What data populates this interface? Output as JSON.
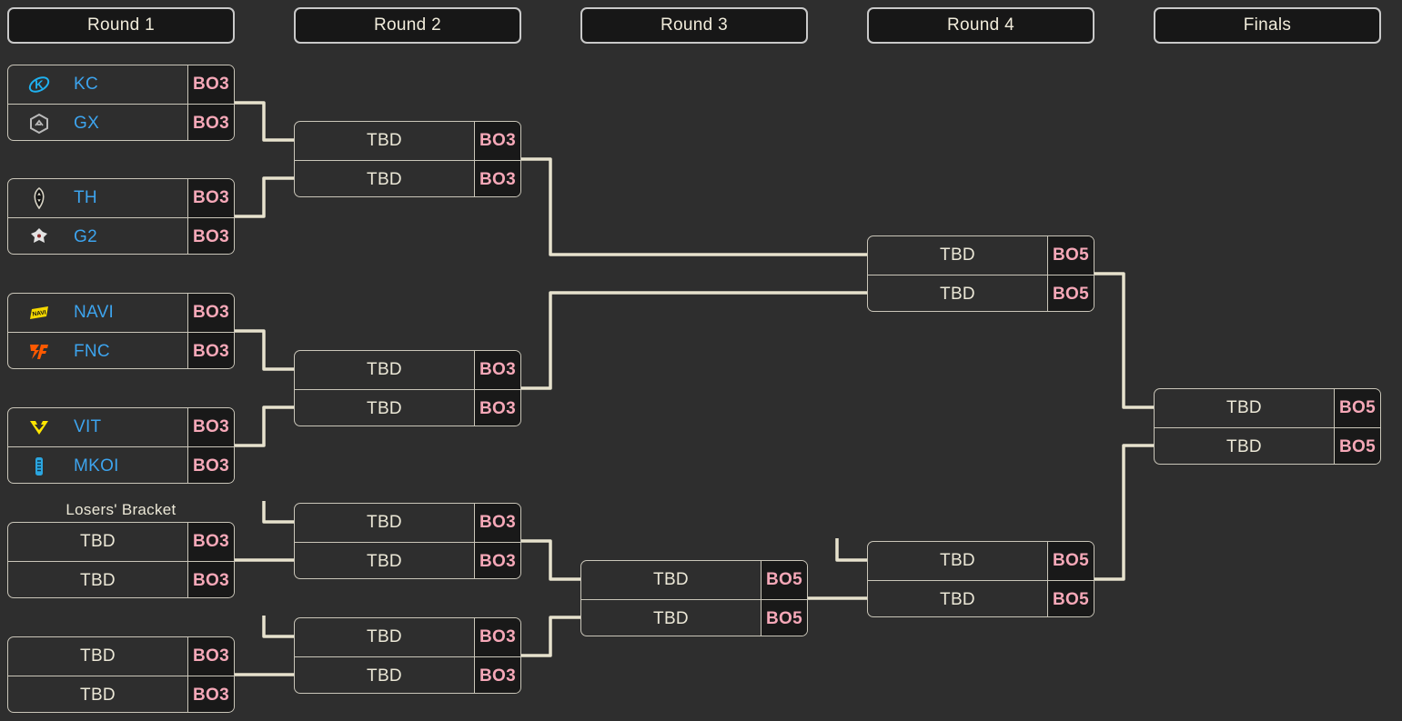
{
  "columns": [
    {
      "label": "Round 1"
    },
    {
      "label": "Round 2"
    },
    {
      "label": "Round 3"
    },
    {
      "label": "Round 4"
    },
    {
      "label": "Finals"
    }
  ],
  "losers_bracket_label": "Losers' Bracket",
  "matches": [
    {
      "round": "Round 1",
      "slots": [
        {
          "team": "KC",
          "icon": "kc-logo-icon",
          "format": "BO3"
        },
        {
          "team": "GX",
          "icon": "gx-logo-icon",
          "format": "BO3"
        }
      ]
    },
    {
      "round": "Round 1",
      "slots": [
        {
          "team": "TH",
          "icon": "th-logo-icon",
          "format": "BO3"
        },
        {
          "team": "G2",
          "icon": "g2-logo-icon",
          "format": "BO3"
        }
      ]
    },
    {
      "round": "Round 1",
      "slots": [
        {
          "team": "NAVI",
          "icon": "navi-logo-icon",
          "format": "BO3"
        },
        {
          "team": "FNC",
          "icon": "fnc-logo-icon",
          "format": "BO3"
        }
      ]
    },
    {
      "round": "Round 1",
      "slots": [
        {
          "team": "VIT",
          "icon": "vit-logo-icon",
          "format": "BO3"
        },
        {
          "team": "MKOI",
          "icon": "mkoi-logo-icon",
          "format": "BO3"
        }
      ]
    },
    {
      "round": "Round 1",
      "slots": [
        {
          "team": "TBD",
          "format": "BO3"
        },
        {
          "team": "TBD",
          "format": "BO3"
        }
      ]
    },
    {
      "round": "Round 1",
      "slots": [
        {
          "team": "TBD",
          "format": "BO3"
        },
        {
          "team": "TBD",
          "format": "BO3"
        }
      ]
    },
    {
      "round": "Round 2",
      "slots": [
        {
          "team": "TBD",
          "format": "BO3"
        },
        {
          "team": "TBD",
          "format": "BO3"
        }
      ]
    },
    {
      "round": "Round 2",
      "slots": [
        {
          "team": "TBD",
          "format": "BO3"
        },
        {
          "team": "TBD",
          "format": "BO3"
        }
      ]
    },
    {
      "round": "Round 2",
      "slots": [
        {
          "team": "TBD",
          "format": "BO3"
        },
        {
          "team": "TBD",
          "format": "BO3"
        }
      ]
    },
    {
      "round": "Round 2",
      "slots": [
        {
          "team": "TBD",
          "format": "BO3"
        },
        {
          "team": "TBD",
          "format": "BO3"
        }
      ]
    },
    {
      "round": "Round 3",
      "slots": [
        {
          "team": "TBD",
          "format": "BO5"
        },
        {
          "team": "TBD",
          "format": "BO5"
        }
      ]
    },
    {
      "round": "Round 4",
      "slots": [
        {
          "team": "TBD",
          "format": "BO5"
        },
        {
          "team": "TBD",
          "format": "BO5"
        }
      ]
    },
    {
      "round": "Round 4",
      "slots": [
        {
          "team": "TBD",
          "format": "BO5"
        },
        {
          "team": "TBD",
          "format": "BO5"
        }
      ]
    },
    {
      "round": "Finals",
      "slots": [
        {
          "team": "TBD",
          "format": "BO5"
        },
        {
          "team": "TBD",
          "format": "BO5"
        }
      ]
    }
  ],
  "colors": {
    "background": "#2e2e2e",
    "header_bg": "#171717",
    "box_border": "#cac6b9",
    "connector": "#e7e2cd",
    "team_text": "#3da4ee",
    "tbd_text": "#ece8d7",
    "format_text": "#f6a8b8",
    "format_bg": "#191919",
    "kc_blue": "#1fb1f0",
    "gx_gray": "#b9b9b9",
    "navi_yellow": "#f5d800",
    "fnc_orange": "#ff5900",
    "vit_yellow": "#ffe600",
    "mkoi_blue": "#2ba6e0"
  }
}
